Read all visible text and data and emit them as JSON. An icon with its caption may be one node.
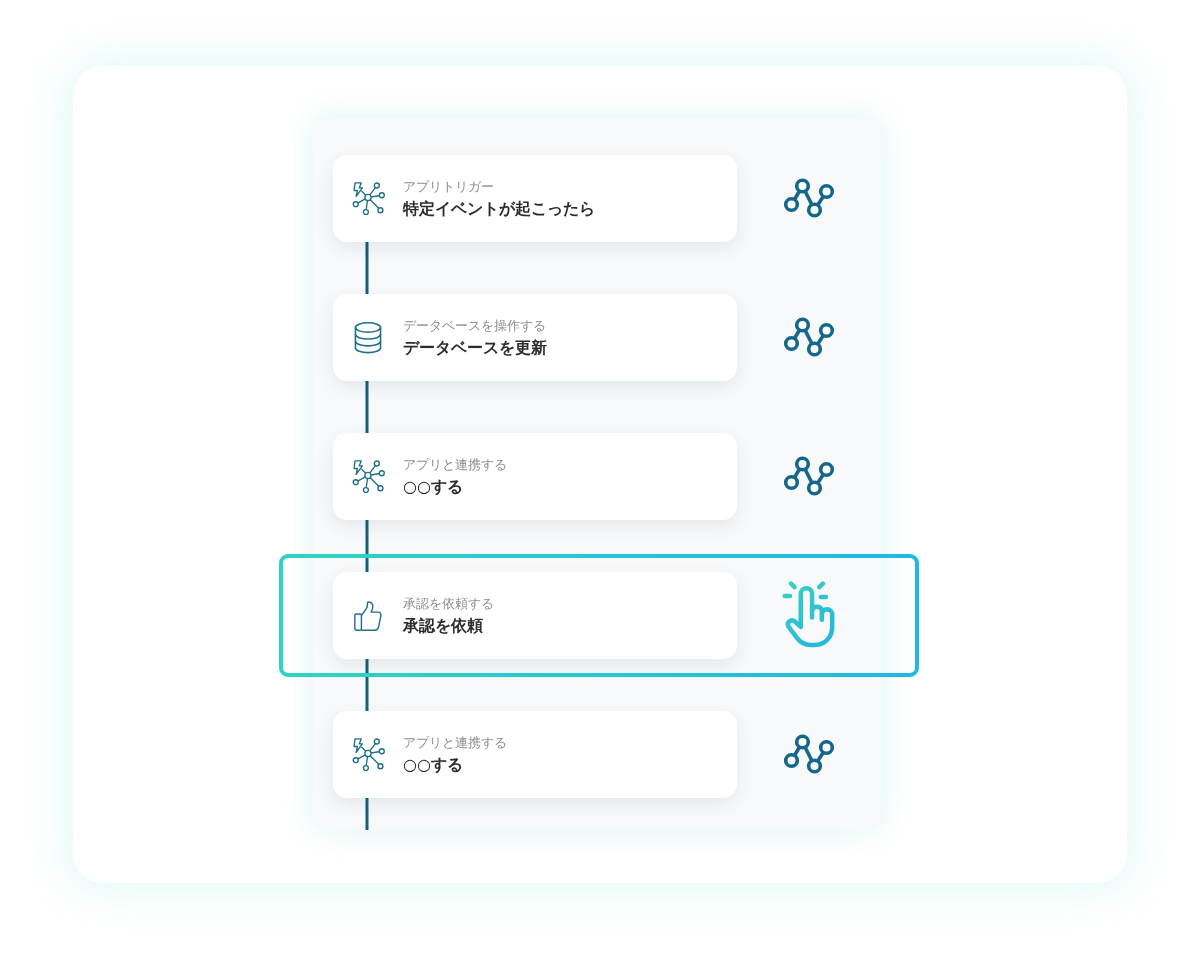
{
  "diagram": {
    "nodes": [
      {
        "text": [
          "アプリトリガー",
          "特定イベントが起こったら"
        ]
      },
      {
        "text": [
          "データベースを操作する",
          "データベースを更新"
        ]
      },
      {
        "text": [
          "アプリと連携する",
          "○○する"
        ]
      },
      {
        "text": [
          "承認を依頼する",
          "承認を依頼"
        ]
      },
      {
        "text": [
          "アプリと連携する",
          "○○する"
        ]
      }
    ],
    "edges": [
      {
        "from": 0,
        "to": 1,
        "arrow": "none"
      },
      {
        "from": 1,
        "to": 2,
        "arrow": "none"
      },
      {
        "from": 2,
        "to": 3,
        "arrow": "none"
      },
      {
        "from": 3,
        "to": 4,
        "arrow": "none"
      },
      {
        "from": 4,
        "to": null,
        "arrow": "none"
      }
    ]
  }
}
